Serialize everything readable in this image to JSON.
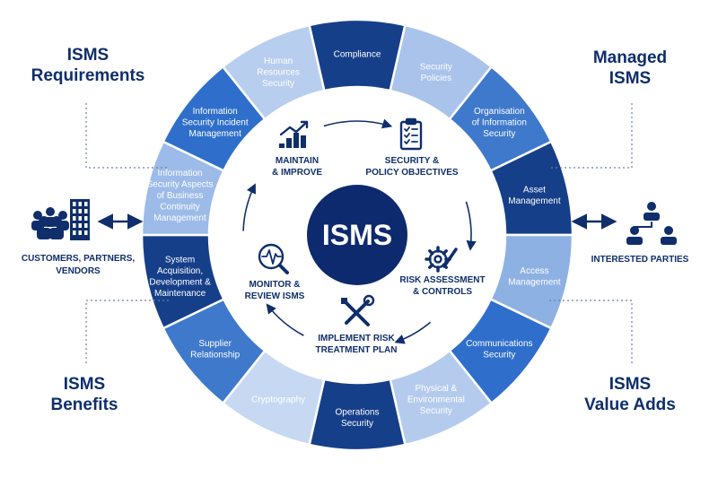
{
  "center": {
    "label": "ISMS"
  },
  "ring_segments": [
    {
      "lines": [
        "Compliance"
      ],
      "fill": "#163f8a",
      "text_color": "#ffffff"
    },
    {
      "lines": [
        "Security",
        "Policies"
      ],
      "fill": "#a9c3ea",
      "text_color": "#ffffff"
    },
    {
      "lines": [
        "Organisation",
        "of Information",
        "Security"
      ],
      "fill": "#3f79cc",
      "text_color": "#ffffff"
    },
    {
      "lines": [
        "Asset",
        "Management"
      ],
      "fill": "#163f8a",
      "text_color": "#ffffff"
    },
    {
      "lines": [
        "Access",
        "Management"
      ],
      "fill": "#8eb1e4",
      "text_color": "#ffffff"
    },
    {
      "lines": [
        "Communications",
        "Security"
      ],
      "fill": "#2f6fcb",
      "text_color": "#ffffff"
    },
    {
      "lines": [
        "Physical &",
        "Environmental",
        "Security"
      ],
      "fill": "#b4cbee",
      "text_color": "#ffffff"
    },
    {
      "lines": [
        "Operations",
        "Security"
      ],
      "fill": "#163f8a",
      "text_color": "#ffffff"
    },
    {
      "lines": [
        "Cryptography"
      ],
      "fill": "#c7d8f3",
      "text_color": "#ffffff"
    },
    {
      "lines": [
        "Supplier",
        "Relationship"
      ],
      "fill": "#3f79cc",
      "text_color": "#ffffff"
    },
    {
      "lines": [
        "System",
        "Acquisition,",
        "Development &",
        "Maintenance"
      ],
      "fill": "#163f8a",
      "text_color": "#ffffff"
    },
    {
      "lines": [
        "Information",
        "Security Aspects",
        "of Business",
        "Continuity",
        "Management"
      ],
      "fill": "#9dbbe8",
      "text_color": "#ffffff"
    },
    {
      "lines": [
        "Information",
        "Security Incident",
        "Management"
      ],
      "fill": "#2f6fcb",
      "text_color": "#ffffff"
    },
    {
      "lines": [
        "Human",
        "Resources",
        "Security"
      ],
      "fill": "#b8ceef",
      "text_color": "#ffffff"
    }
  ],
  "cycle_steps": [
    {
      "lines": [
        "MAINTAIN",
        "& IMPROVE"
      ],
      "icon": "chart-growth-icon"
    },
    {
      "lines": [
        "SECURITY &",
        "POLICY OBJECTIVES"
      ],
      "icon": "clipboard-checklist-icon"
    },
    {
      "lines": [
        "RISK ASSESSMENT",
        "& CONTROLS"
      ],
      "icon": "gear-pencil-icon"
    },
    {
      "lines": [
        "IMPLEMENT RISK",
        "TREATMENT PLAN"
      ],
      "icon": "tools-icon"
    },
    {
      "lines": [
        "MONITOR &",
        "REVIEW ISMS"
      ],
      "icon": "magnifier-pulse-icon"
    }
  ],
  "corners": {
    "top_left": [
      "ISMS",
      "Requirements"
    ],
    "top_right": [
      "Managed",
      "ISMS"
    ],
    "bottom_left": [
      "ISMS",
      "Benefits"
    ],
    "bottom_right": [
      "ISMS",
      "Value Adds"
    ]
  },
  "left_stakeholder": {
    "lines": [
      "CUSTOMERS, PARTNERS,",
      "VENDORS"
    ],
    "icon": "people-building-icon"
  },
  "right_stakeholder": {
    "lines": [
      "INTERESTED PARTIES"
    ],
    "icon": "org-hierarchy-icon"
  },
  "colors": {
    "navy": "#0f2e6b",
    "ring_dark": "#163f8a",
    "accent": "#2f6fcb"
  }
}
